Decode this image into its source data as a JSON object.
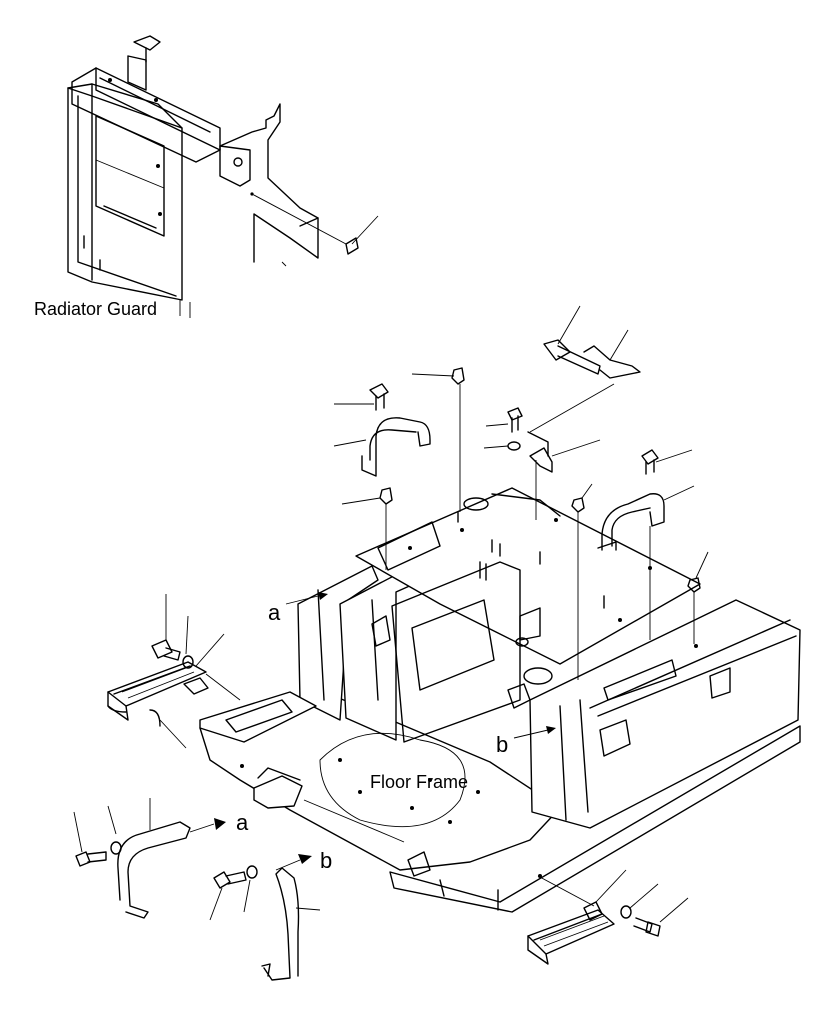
{
  "labels": {
    "radiator_guard": "Radiator Guard",
    "floor_frame": "Floor Frame"
  },
  "refs": {
    "a_main": "a",
    "b_main": "b",
    "a_rail": "a",
    "b_rail": "b"
  }
}
